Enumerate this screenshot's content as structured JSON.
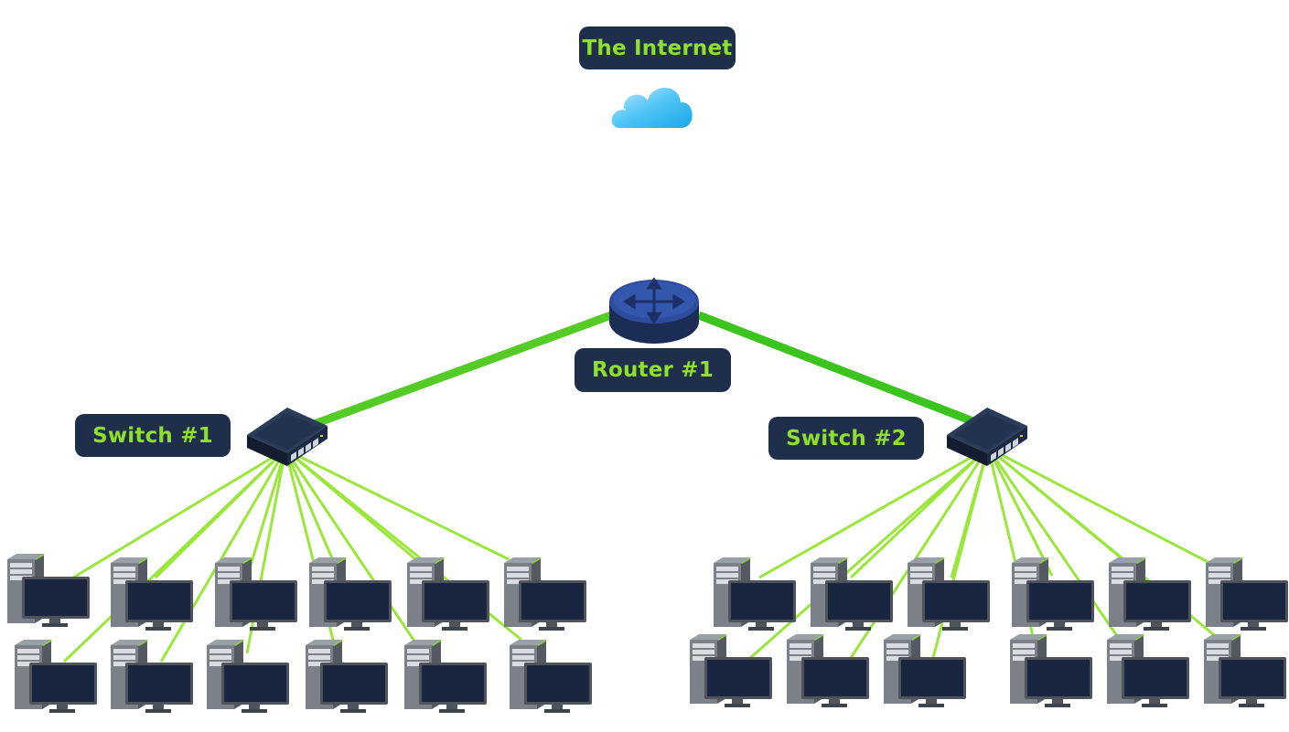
{
  "labels": {
    "internet": "The Internet",
    "router": "Router #1",
    "switch1": "Switch #1",
    "switch2": "Switch #2"
  },
  "colors": {
    "label_bg": "#1f2f4b",
    "label_text": "#8ee02a",
    "trunk_link": "#3cc41e",
    "access_link": "#9be63a",
    "cloud": "#29b6f0",
    "router": "#2a4a9a",
    "switch": "#1c2a44",
    "monitor_screen": "#1a2540",
    "computer_case": "#6c7079"
  },
  "icons": {
    "internet": "cloud-icon",
    "router": "router-icon",
    "switch": "network-switch-icon",
    "computer": "desktop-computer-icon"
  },
  "topology": {
    "switch1_computers": 12,
    "switch2_computers": 12
  }
}
